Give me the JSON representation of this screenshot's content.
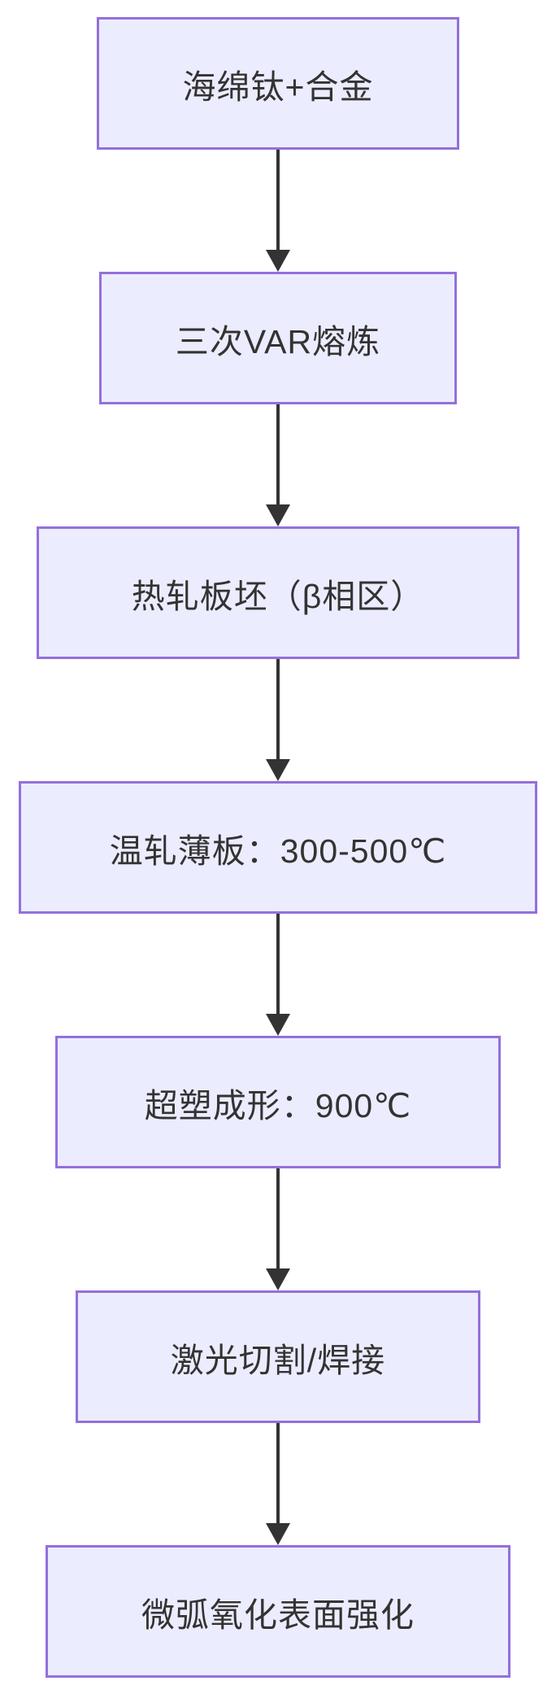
{
  "diagram": {
    "type": "flowchart",
    "direction": "top-down",
    "nodes": [
      {
        "label": "海绵钛+合金"
      },
      {
        "label": "三次VAR熔炼"
      },
      {
        "label": "热轧板坯（β相区）"
      },
      {
        "label": "温轧薄板：300-500℃"
      },
      {
        "label": "超塑成形：900℃"
      },
      {
        "label": "激光切割/焊接"
      },
      {
        "label": "微弧氧化表面强化"
      }
    ],
    "edges": [
      {
        "from": "海绵钛+合金",
        "to": "三次VAR熔炼"
      },
      {
        "from": "三次VAR熔炼",
        "to": "热轧板坯（β相区）"
      },
      {
        "from": "热轧板坯（β相区）",
        "to": "温轧薄板：300-500℃"
      },
      {
        "from": "温轧薄板：300-500℃",
        "to": "超塑成形：900℃"
      },
      {
        "from": "超塑成形：900℃",
        "to": "激光切割/焊接"
      },
      {
        "from": "激光切割/焊接",
        "to": "微弧氧化表面强化"
      }
    ],
    "colors": {
      "node_fill": "#ECECFF",
      "node_border": "#9370DB",
      "node_text": "#333333",
      "arrow": "#333333",
      "background": "#FFFFFF"
    }
  }
}
